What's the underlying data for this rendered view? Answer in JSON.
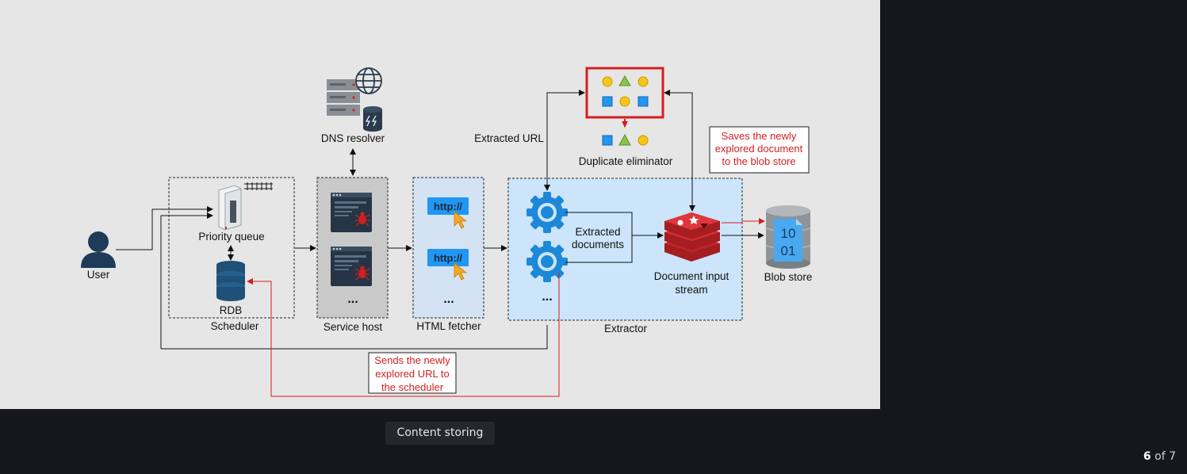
{
  "diagram": {
    "user": "User",
    "priority_queue": "Priority queue",
    "rdb": "RDB",
    "scheduler": "Scheduler",
    "dns_resolver": "DNS resolver",
    "service_host": "Service host",
    "html_fetcher": "HTML fetcher",
    "http_label": "http://",
    "ellipsis": "...",
    "extracted_url": "Extracted URL",
    "duplicate_eliminator": "Duplicate eliminator",
    "extracted_documents_1": "Extracted",
    "extracted_documents_2": "documents",
    "document_stream_1": "Document input",
    "document_stream_2": "stream",
    "extractor": "Extractor",
    "blob_store": "Blob store",
    "blob_digits_1": "10",
    "blob_digits_2": "01",
    "note_blob_1": "Saves the newly",
    "note_blob_2": "explored document",
    "note_blob_3": "to the blob store",
    "note_sched_1": "Sends the newly",
    "note_sched_2": "explored URL to",
    "note_sched_3": "the scheduler"
  },
  "caption": "Content storing",
  "pager": {
    "current": "6",
    "separator": "of",
    "total": "7"
  },
  "colors": {
    "accent_red": "#d41f1f",
    "gear_blue": "#1e88d8",
    "user_navy": "#1f3b57",
    "extractor_bg": "#cce5fb",
    "redis_red": "#c9232b"
  }
}
